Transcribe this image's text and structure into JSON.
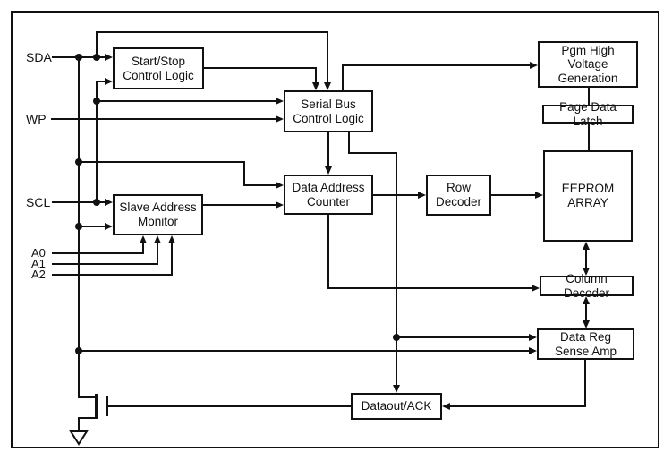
{
  "blocks": {
    "start_stop": "Start/Stop\nControl Logic",
    "serial_bus": "Serial Bus\nControl Logic",
    "slave_monitor": "Slave Address\nMonitor",
    "data_addr_counter": "Data Address\nCounter",
    "row_decoder": "Row\nDecoder",
    "eeprom_array": "EEPROM\nARRAY",
    "pgm_hv": "Pgm High Voltage\nGeneration",
    "page_latch": "Page Data Latch",
    "col_decoder": "Column Decoder",
    "data_reg": "Data Reg\nSense Amp",
    "dataout": "Dataout/ACK"
  },
  "pins": {
    "sda": "SDA",
    "wp": "WP",
    "scl": "SCL",
    "a0": "A0",
    "a1": "A1",
    "a2": "A2"
  },
  "icons": {
    "ground": "ground-symbol (open triangle)",
    "junction": "filled-dot",
    "arrowhead": "filled-triangle",
    "transistor": "n-mosfet"
  },
  "colors": {
    "line": "#111111",
    "background": "#ffffff"
  },
  "connections": [
    "SDA → Start/Stop Control Logic",
    "SDA → Serial Bus Control Logic (top)",
    "SDA rail → Data Address Counter",
    "SDA rail → Slave Address Monitor",
    "SDA rail → Data Reg Sense Amp",
    "SDA rail → MOSFET drain → ground",
    "SCL → Slave Address Monitor",
    "SCL rail → Start/Stop Control Logic",
    "SCL rail → Serial Bus Control Logic",
    "WP → Serial Bus Control Logic",
    "A0,A1,A2 → Slave Address Monitor",
    "Start/Stop Control Logic → Serial Bus Control Logic",
    "Serial Bus Control Logic → Pgm High Voltage Generation",
    "Serial Bus Control Logic → Data Address Counter",
    "Serial Bus Control Logic → Data Reg Sense Amp",
    "Serial Bus Control Logic → Dataout/ACK",
    "Slave Address Monitor → Data Address Counter",
    "Data Address Counter → Row Decoder",
    "Data Address Counter → Column Decoder",
    "Row Decoder → EEPROM ARRAY",
    "Pgm High Voltage Generation — Page Data Latch — EEPROM ARRAY",
    "EEPROM ARRAY ↔ Column Decoder",
    "Column Decoder ↔ Data Reg Sense Amp",
    "Data Reg Sense Amp → Dataout/ACK",
    "Dataout/ACK → MOSFET gate"
  ]
}
